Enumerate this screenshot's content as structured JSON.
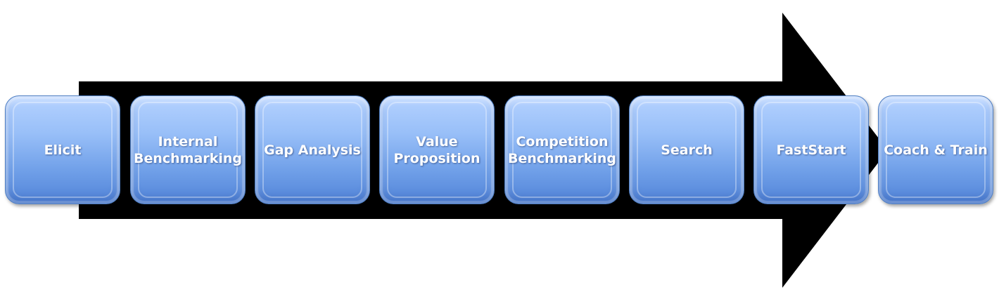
{
  "process": {
    "steps": [
      {
        "label": "Elicit"
      },
      {
        "label": "Internal\nBenchmarking"
      },
      {
        "label": "Gap Analysis"
      },
      {
        "label": "Value\nProposition"
      },
      {
        "label": "Competition\nBenchmarking"
      },
      {
        "label": "Search"
      },
      {
        "label": "FastStart"
      },
      {
        "label": "Coach & Train"
      }
    ]
  },
  "colors": {
    "arrow": "#000000",
    "box_top": "#b5d2ff",
    "box_bottom": "#5284d8",
    "text": "#ffffff"
  }
}
